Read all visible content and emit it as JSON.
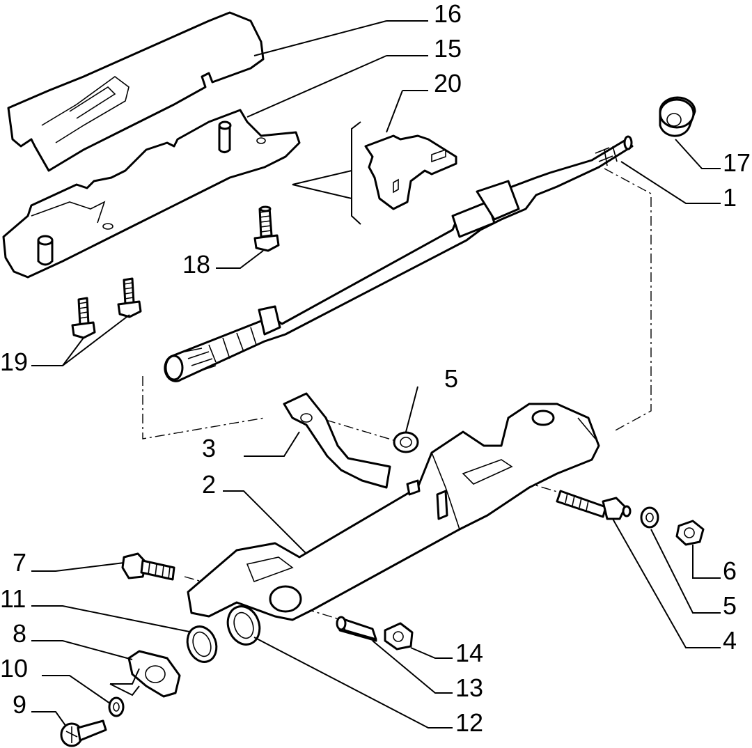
{
  "diagram": {
    "callouts": {
      "c1": "1",
      "c2": "2",
      "c3": "3",
      "c4": "4",
      "c5a": "5",
      "c5b": "5",
      "c6": "6",
      "c7": "7",
      "c8": "8",
      "c9": "9",
      "c10": "10",
      "c11": "11",
      "c12": "12",
      "c13": "13",
      "c14": "14",
      "c15": "15",
      "c16": "16",
      "c17": "17",
      "c18": "18",
      "c19": "19",
      "c20": "20"
    }
  }
}
